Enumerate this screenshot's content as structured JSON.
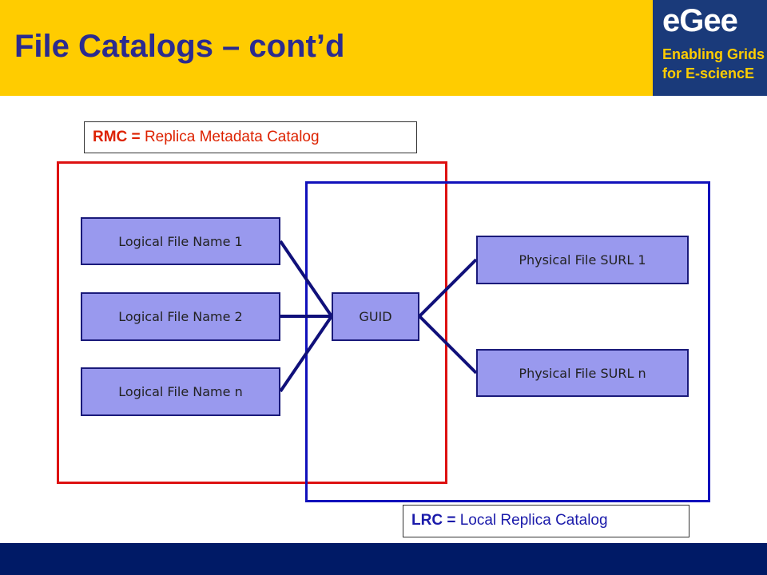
{
  "slide": {
    "title": "File Catalogs – cont’d"
  },
  "logo": {
    "word": "eGee",
    "line1": "Enabling Grids",
    "line2": "for E-sciencE"
  },
  "rmc_caption": {
    "abbr": "RMC =",
    "text": "Replica Metadata Catalog"
  },
  "lrc_caption": {
    "abbr": "LRC =",
    "text": "Local Replica Catalog"
  },
  "nodes": {
    "lfn1": "Logical File Name 1",
    "lfn2": "Logical File Name 2",
    "lfnn": "Logical File Name n",
    "guid": "GUID",
    "surl1": "Physical File SURL 1",
    "surln": "Physical File SURL n"
  },
  "colors": {
    "header": "#ffcc00",
    "title": "#2b2b8f",
    "logo_bg": "#1a3a7a",
    "footer": "#001a66",
    "rmc": "#dd1111",
    "lrc": "#1111bb",
    "node_fill": "#9999ee",
    "connector": "#10107a"
  }
}
